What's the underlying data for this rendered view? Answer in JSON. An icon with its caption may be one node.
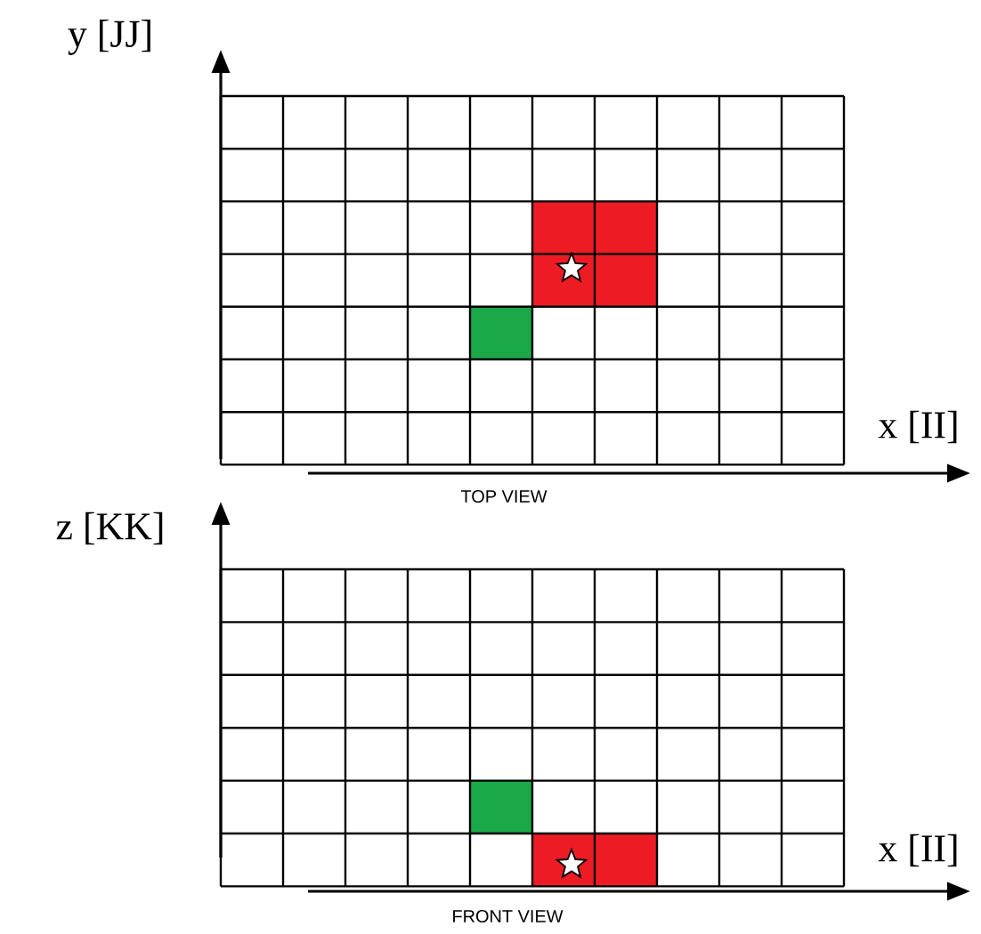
{
  "diagram": {
    "labels": [
      "y [JJ]",
      "x [II]",
      "TOP VIEW",
      "z [KK]",
      "x [II]",
      "FRONT VIEW"
    ]
  }
}
